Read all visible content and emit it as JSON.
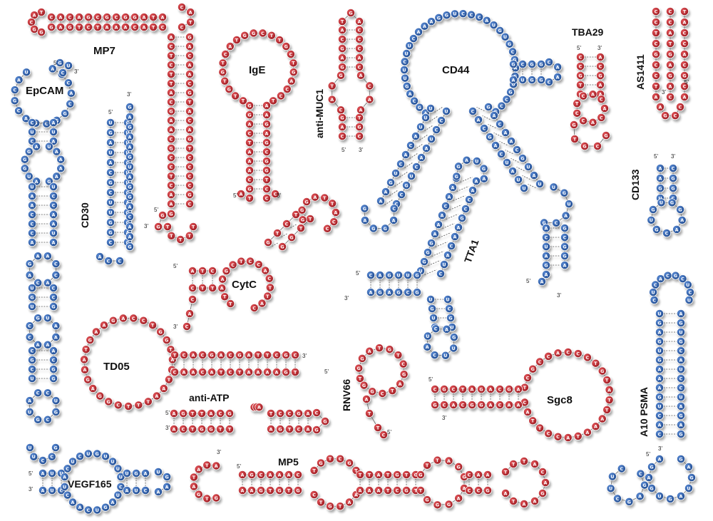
{
  "colors": {
    "dna": "#c0272d",
    "rna": "#2e63b4",
    "bond": "#555555",
    "label": "#111111"
  },
  "ends": {
    "five": "5'",
    "three": "3'"
  },
  "aptamers": [
    {
      "id": "mp7",
      "label": "MP7",
      "color": "dna"
    },
    {
      "id": "epcam",
      "label": "EpCAM",
      "color": "rna"
    },
    {
      "id": "ige",
      "label": "IgE",
      "color": "dna"
    },
    {
      "id": "antimuc1",
      "label": "anti-MUC1",
      "color": "dna"
    },
    {
      "id": "cd44",
      "label": "CD44",
      "color": "rna"
    },
    {
      "id": "tba29",
      "label": "TBA29",
      "color": "dna"
    },
    {
      "id": "as1411",
      "label": "AS1411",
      "color": "dna"
    },
    {
      "id": "cd30",
      "label": "CD30",
      "color": "rna"
    },
    {
      "id": "cd133",
      "label": "CD133",
      "color": "rna"
    },
    {
      "id": "cytc",
      "label": "CytC",
      "color": "dna"
    },
    {
      "id": "tta1",
      "label": "TTA1",
      "color": "rna"
    },
    {
      "id": "td05",
      "label": "TD05",
      "color": "dna"
    },
    {
      "id": "antiatp",
      "label": "anti-ATP",
      "color": "dna"
    },
    {
      "id": "rnv66",
      "label": "RNV66",
      "color": "dna"
    },
    {
      "id": "sgc8",
      "label": "Sgc8",
      "color": "dna"
    },
    {
      "id": "a10psma",
      "label": "A10 PSMA",
      "color": "rna"
    },
    {
      "id": "vegf165",
      "label": "VEGF165",
      "color": "rna"
    },
    {
      "id": "mp5",
      "label": "MP5",
      "color": "dna"
    }
  ]
}
